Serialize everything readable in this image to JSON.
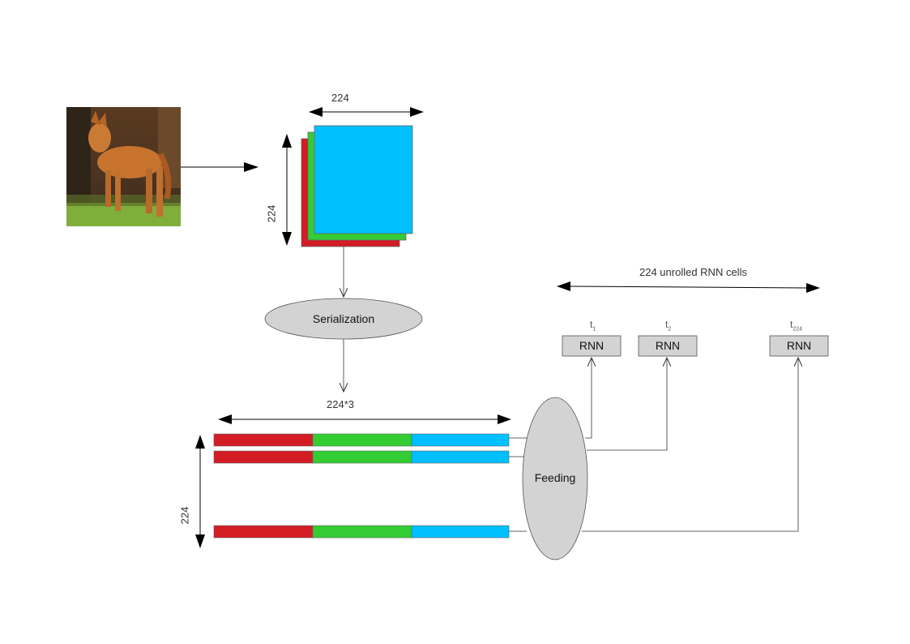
{
  "colors": {
    "red": "#d31c24",
    "green": "#33cc33",
    "blue": "#00bfff",
    "node_fill": "#d3d3d3",
    "line": "#333333"
  },
  "labels": {
    "width_224": "224",
    "height_224": "224",
    "serialization": "Serialization",
    "serial_width": "224*3",
    "serial_height": "224",
    "feeding": "Feeding",
    "unrolled": "224 unrolled RNN cells"
  },
  "rnn_cells": [
    {
      "label": "RNN",
      "t": "t",
      "sub": "1"
    },
    {
      "label": "RNN",
      "t": "t",
      "sub": "2"
    },
    {
      "label": "RNN",
      "t": "t",
      "sub": "224"
    }
  ],
  "rows": [
    {
      "name": "row-1"
    },
    {
      "name": "row-2"
    },
    {
      "name": "row-224"
    }
  ],
  "image": {
    "icon": "dog-photo"
  }
}
